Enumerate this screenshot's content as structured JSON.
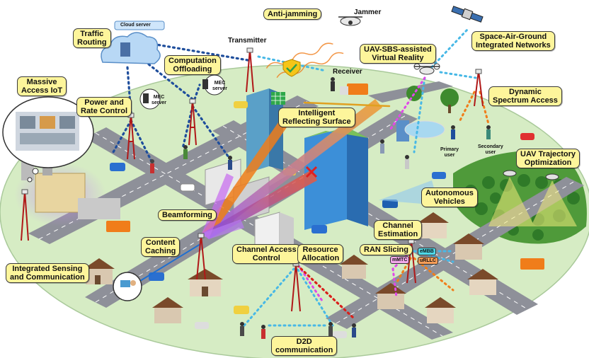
{
  "labels": {
    "anti_jamming": "Anti-jamming",
    "jammer": "Jammer",
    "transmitter": "Transmitter",
    "receiver": "Receiver",
    "traffic_routing": "Traffic\nRouting",
    "cloud_server": "Cloud server",
    "computation_offloading": "Computation\nOffloading",
    "mec_server_1": "MEC\nserver",
    "mec_server_2": "MEC\nserver",
    "massive_access_iot": "Massive\nAccess IoT",
    "power_rate_control": "Power and\nRate Control",
    "uav_sbs_vr": "UAV-SBS-assisted\nVirtual Reality",
    "sagin": "Space-Air-Ground\nIntegrated Networks",
    "dynamic_spectrum_access": "Dynamic\nSpectrum Access",
    "intelligent_reflecting_surface": "Intelligent\nReflecting Surface",
    "primary_user": "Primary\nuser",
    "secondary_user": "Secondary\nuser",
    "uav_trajectory": "UAV Trajectory\nOptimization",
    "autonomous_vehicles": "Autonomous\nVehicles",
    "beamforming": "Beamforming",
    "content_caching": "Content\nCaching",
    "channel_estimation": "Channel\nEstimation",
    "ran_slicing": "RAN Slicing",
    "embb": "eMBB",
    "mmtc": "mMTC",
    "urllc": "uRLLC",
    "channel_access_control": "Channel Access\nControl",
    "resource_allocation": "Resource\nAllocation",
    "isac": "Integrated Sensing\nand Communication",
    "d2d": "D2D\ncommunication"
  },
  "colors": {
    "ground": "#d6ecc4",
    "road": "#8e9099",
    "label_fill": "#fdf59b",
    "link_blue": "#1f4e9c",
    "link_cyan": "#47b8e6",
    "link_magenta": "#e048e8",
    "link_red": "#d9201b",
    "link_orange": "#f07d1a",
    "embb": "#4fd8e8",
    "mmtc": "#f3a8ea",
    "urllc": "#f59d58"
  }
}
